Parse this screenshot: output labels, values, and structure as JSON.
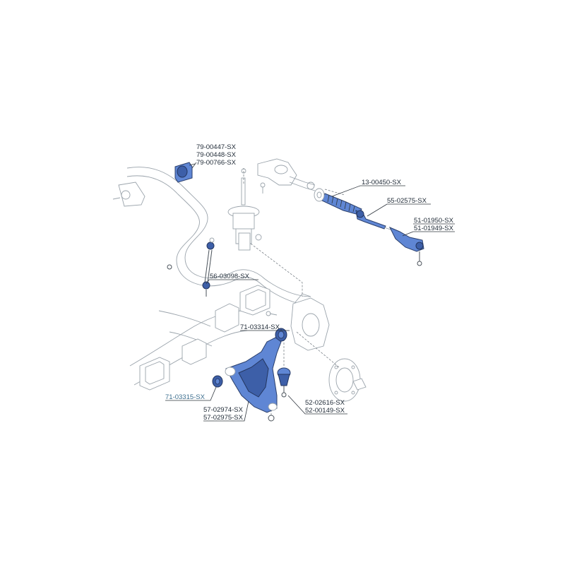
{
  "labels": {
    "stabilizer_bushing": [
      "79-00447-SX",
      "79-00448-SX",
      "79-00766-SX"
    ],
    "tie_rod_boot": "13-00450-SX",
    "inner_tie_rod": "55-02575-SX",
    "tie_rod_end": [
      "51-01950-SX",
      "51-01949-SX"
    ],
    "stabilizer_link": "56-03098-SX",
    "rear_arm_bushing": "71-03314-SX",
    "front_arm_bushing": "71-03315-SX",
    "control_arm": [
      "57-02974-SX",
      "57-02975-SX"
    ],
    "ball_joint": [
      "52-02616-SX",
      "52-00149-SX"
    ]
  },
  "colors": {
    "highlight_part": "#5f86d4",
    "highlight_label": "#3d6f8f",
    "sketch_lines": "#9aa3ab"
  }
}
